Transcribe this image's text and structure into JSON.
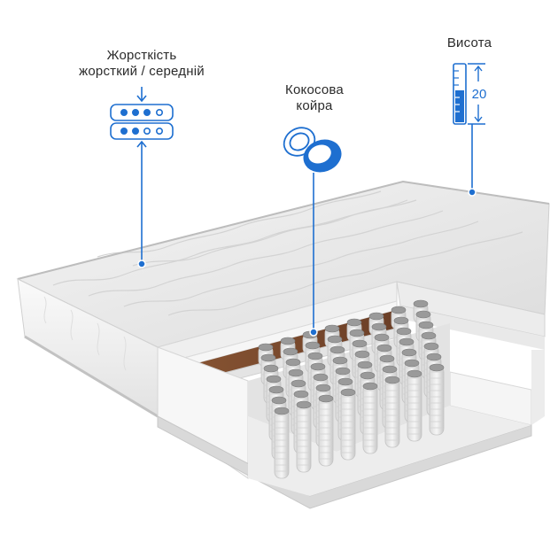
{
  "callouts": {
    "firmness": {
      "title": "Жорсткість",
      "subtitle": "жорсткий / середній",
      "icon": "firmness-scale-icon"
    },
    "coconut": {
      "line1": "Кокосова",
      "line2": "койра",
      "icon": "coconut-icon"
    },
    "height": {
      "title": "Висота",
      "value": "20",
      "icon": "height-ruler-icon"
    }
  },
  "colors": {
    "accent": "#1e6fd0",
    "coir": "#7a4a2e",
    "foam": "#f2f2f2",
    "cover": "#e9e9e9"
  }
}
